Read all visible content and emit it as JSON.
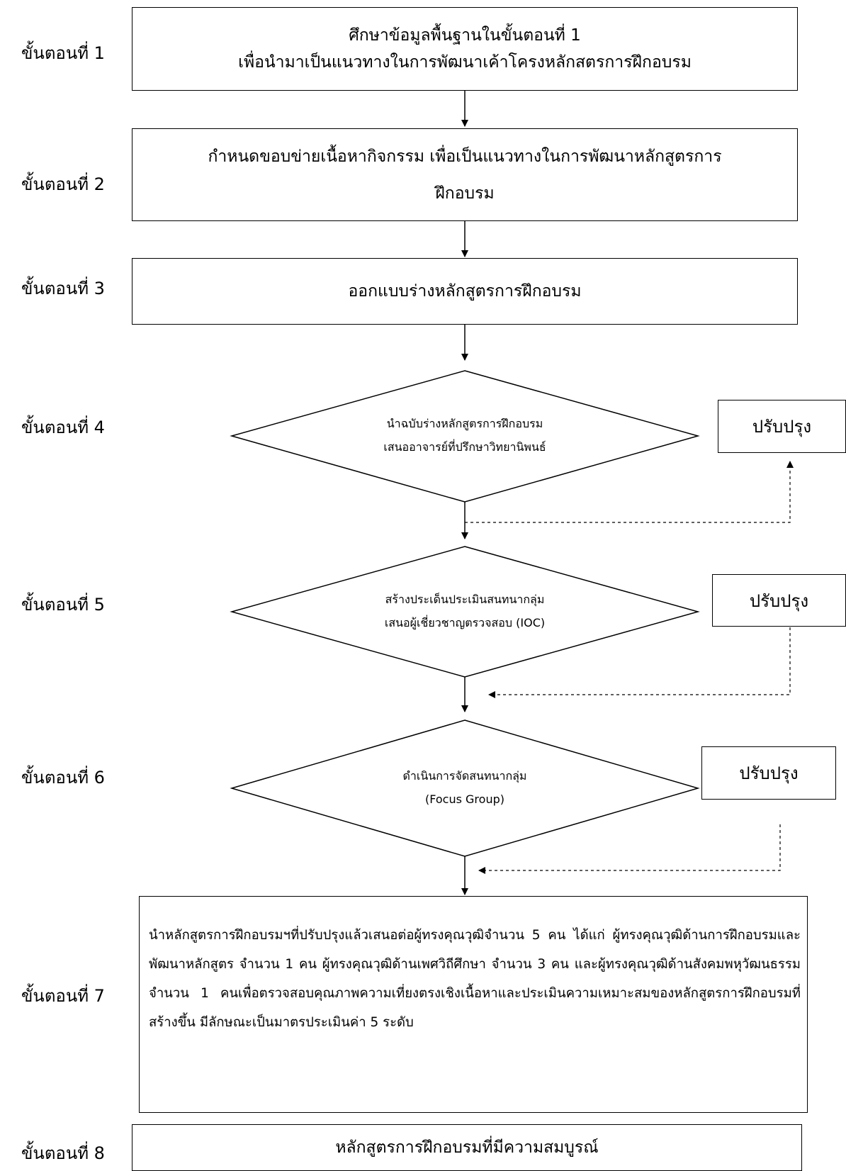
{
  "steps": [
    {
      "label": "ขั้นตอนที่ 1",
      "lines": [
        "ศึกษาข้อมูลพื้นฐานในขั้นตอนที่ 1",
        "เพื่อนำมาเป็นแนวทางในการพัฒนาเค้าโครงหลักสตรการฝึกอบรม"
      ]
    },
    {
      "label": "ขั้นตอนที่ 2",
      "lines": [
        "กำหนดขอบข่ายเนื้อหากิจกรรม เพื่อเป็นแนวทางในการพัฒนาหลักสูตรการ",
        "ฝึกอบรม"
      ]
    },
    {
      "label": "ขั้นตอนที่ 3",
      "lines": [
        "ออกแบบร่างหลักสูตรการฝึกอบรม"
      ]
    },
    {
      "label": "ขั้นตอนที่ 4",
      "lines": [
        "นำฉบับร่างหลักสูตรการฝึกอบรม",
        "เสนออาจารย์ที่ปรึกษาวิทยานิพนธ์"
      ],
      "revise": "ปรับปรุง"
    },
    {
      "label": "ขั้นตอนที่ 5",
      "lines": [
        "สร้างประเด็นประเมินสนทนากลุ่ม",
        "เสนอผู้เชี่ยวชาญตรวจสอบ (IOC)"
      ],
      "revise": "ปรับปรุง"
    },
    {
      "label": "ขั้นตอนที่ 6",
      "lines": [
        "ดำเนินการจัดสนทนากลุ่ม",
        "(Focus Group)"
      ],
      "revise": "ปรับปรุง"
    },
    {
      "label": "ขั้นตอนที่ 7",
      "paragraph": "นำหลักสูตรการฝึกอบรมฯที่ปรับปรุงแล้วเสนอต่อผู้ทรงคุณวุฒิจำนวน 5 คน ได้แก่ ผู้ทรงคุณวุฒิด้านการฝึกอบรมและพัฒนาหลักสูตร จำนวน 1 คน ผู้ทรงคุณวุฒิด้านเพศวิถีศึกษา จำนวน 3 คน และผู้ทรงคุณวุฒิด้านสังคมพหุวัฒนธรรม จำนวน 1 คนเพื่อตรวจสอบคุณภาพความเที่ยงตรงเชิงเนื้อหาและประเมินความเหมาะสมของหลักสูตรการฝึกอบรมที่สร้างขึ้น มีลักษณะเป็นมาตรประเมินค่า 5 ระดับ"
    },
    {
      "label": "ขั้นตอนที่ 8",
      "lines": [
        "หลักสูตรการฝึกอบรมที่มีความสมบูรณ์"
      ]
    }
  ]
}
